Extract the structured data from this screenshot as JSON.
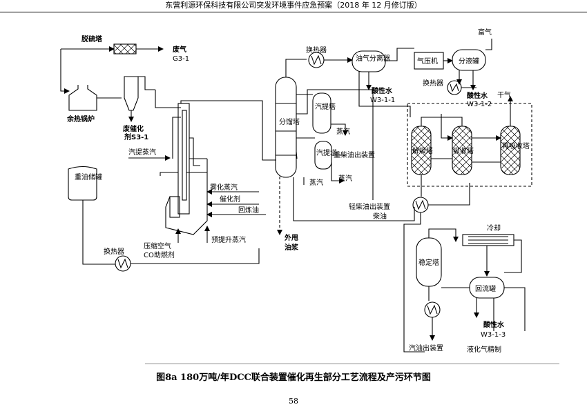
{
  "header": "东营利源环保科技有限公司突发环境事件应急预案（2018 年 12 月修订版）",
  "labels": {
    "desulfur_tower": "脱硫塔",
    "waste_gas": "废气",
    "waste_gas_code": "G3-1",
    "heat_boiler": "余热锅炉",
    "waste_catalyst": "废催化",
    "waste_catalyst_2": "剂S3-1",
    "stripping_steam": "汽提蒸汽",
    "heavy_oil_tank": "重油储罐",
    "heat_exchanger_1": "换热器",
    "compressed_air": "压缩空气",
    "co_aux": "CO助燃剂",
    "atomize_steam": "雾化蒸汽",
    "catalyst": "催化剂",
    "recycle_oil": "回炼油",
    "prelift_steam": "预提升蒸汽",
    "external_slurry_1": "外甩",
    "external_slurry_2": "油浆",
    "fractionator": "分馏塔",
    "heat_exchanger_2": "换热器",
    "oil_gas_sep": "油气分离器",
    "acid_water_1": "酸性水",
    "acid_water_1_code": "W3-1-1",
    "stripper_1": "汽提塔",
    "steam_1": "蒸汽",
    "stripper_2": "汽提塔",
    "heavy_diesel_out": "重柴油出装置",
    "steam_2": "蒸汽",
    "steam_3": "蒸汽",
    "light_diesel_out": "轻柴油出装置",
    "diesel": "柴油",
    "gas_compressor": "气压机",
    "rich_gas": "富气",
    "fractionation_tank": "分液罐",
    "heat_exchanger_3": "换热器",
    "acid_water_2": "酸性水",
    "acid_water_2_code": "W3-1-2",
    "dry_gas": "干气",
    "desorber": "解吸塔",
    "absorber": "吸收塔",
    "reabsorber": "再吸收塔",
    "cooling": "冷却",
    "stabilizer": "稳定塔",
    "reflux_tank": "回流罐",
    "acid_water_3": "酸性水",
    "acid_water_3_code": "W3-1-3",
    "gasoline_out": "汽油出装置",
    "lpg_refine": "液化气精制"
  },
  "caption": "图8a 180万吨/年DCC联合装置催化再生部分工艺流程及产污环节图",
  "page_number": "58"
}
